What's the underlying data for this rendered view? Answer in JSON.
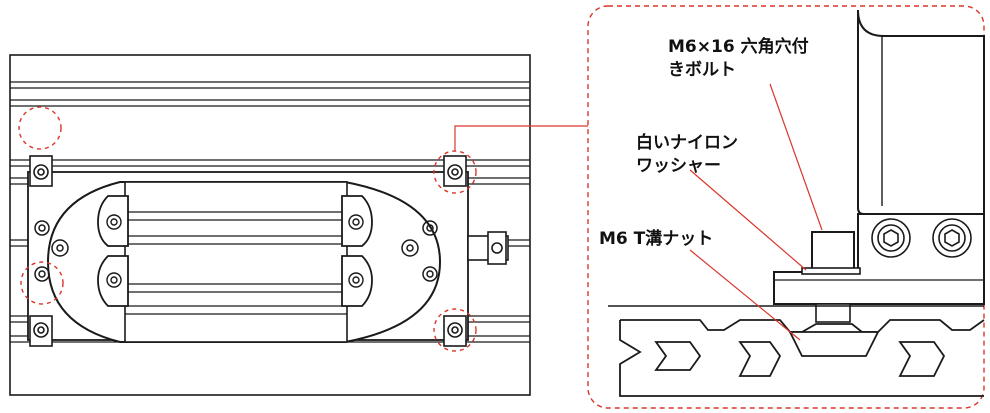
{
  "callouts": [
    {
      "id": "bolt",
      "lines": [
        "M6×16 六角穴付",
        "きボルト"
      ]
    },
    {
      "id": "washer",
      "lines": [
        "白いナイロン",
        "ワッシャー"
      ]
    },
    {
      "id": "nut",
      "lines": [
        "M6 T溝ナット"
      ]
    }
  ],
  "colors": {
    "line": "#1a1a1a",
    "accent": "#d9372b",
    "background": "#ffffff"
  }
}
